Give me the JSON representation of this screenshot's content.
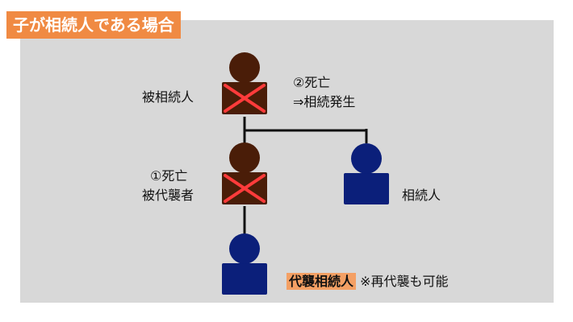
{
  "title": "子が相続人である場合",
  "labels": {
    "deceased_parent": "被相続人",
    "second_death": "②死亡",
    "inheritance_start": "⇒相続発生",
    "first_death": "①死亡",
    "represented_heir": "被代襲者",
    "sibling_heir": "相続人",
    "representative_heir": "代襲相続人",
    "representative_note": "※再代襲も可能"
  },
  "colors": {
    "title_bg": "#f08a43",
    "panel_bg": "#d8d8d8",
    "deceased_person": "#4a1d08",
    "living_person": "#0b1f7a",
    "cross": "#ff3b3b",
    "highlight": "#f4a064"
  },
  "icons": [
    "person-icon",
    "cross-mark-icon"
  ]
}
